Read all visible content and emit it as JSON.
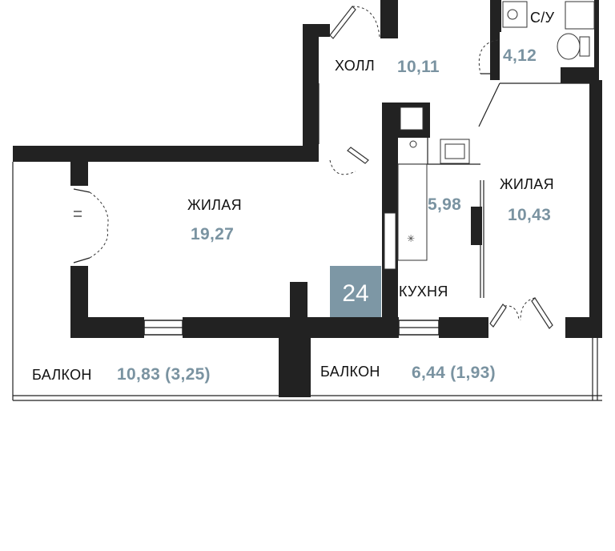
{
  "rooms": {
    "hall": {
      "label": "ХОЛЛ",
      "area": "10,11"
    },
    "bathroom": {
      "label": "С/У",
      "area": "4,12"
    },
    "living_large": {
      "label": "ЖИЛАЯ",
      "area": "19,27"
    },
    "living_small": {
      "label": "ЖИЛАЯ",
      "area": "10,43"
    },
    "kitchen": {
      "label": "КУХНЯ",
      "area": "5,98"
    },
    "balcony_left": {
      "label": "БАЛКОН",
      "area": "10,83 (3,25)"
    },
    "balcony_right": {
      "label": "БАЛКОН",
      "area": "6,44 (1,93)"
    }
  },
  "apartment": {
    "number": "24",
    "badge_color": "#7d97a5"
  },
  "colors": {
    "walls": "#222222",
    "area_text": "#7a93a1",
    "label_text": "#111111"
  }
}
